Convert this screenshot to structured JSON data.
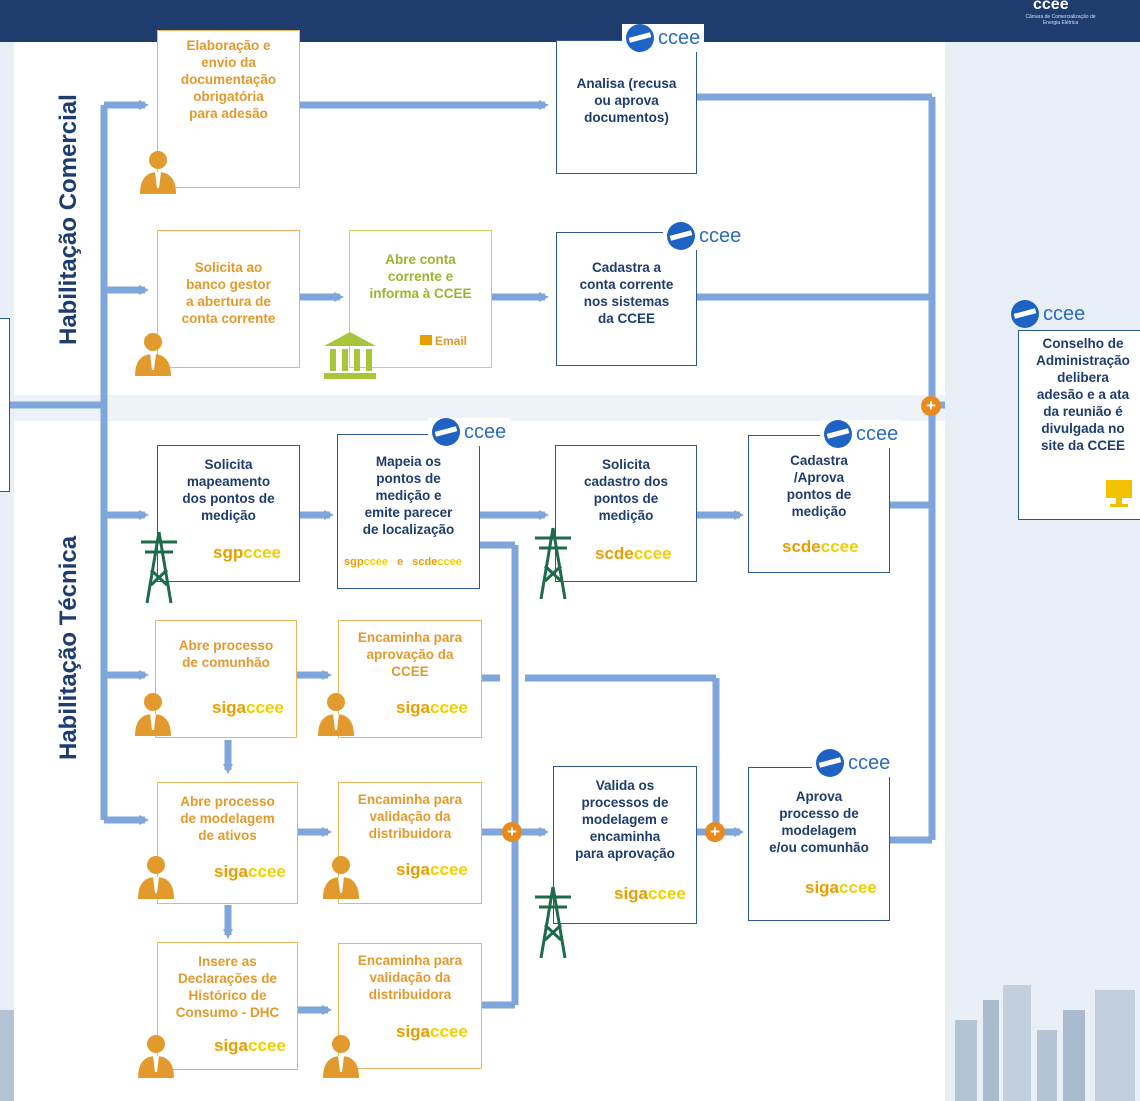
{
  "header": {
    "brand_small": "Câmara de Comercialização de Energia Elétrica"
  },
  "sections": {
    "comercial": "Habilitação Comercial",
    "tecnica": "Habilitação Técnica"
  },
  "brand": {
    "logo_text": "ccee"
  },
  "boxes": {
    "elaboracao": "Elaboração e\nenvio da\ndocumentação\nobrigatória\npara adesão",
    "analisa": "Analisa (recusa\nou aprova\ndocumentos)",
    "solicita_banco": "Solicita ao\nbanco gestor\na abertura de\nconta corrente",
    "abre_conta": "Abre conta\ncorrente e\ninforma à CCEE",
    "email": "Email",
    "cadastra_conta": "Cadastra a\nconta corrente\nnos sistemas\nda CCEE",
    "conselho": "Conselho de\nAdministração\ndelibera\nadesão e a ata\nda reunião é\ndivulgada no\nsite da CCEE",
    "solicita_mapeamento": "Solicita\nmapeamento\ndos pontos de\nmedição",
    "mapeia": "Mapeia os\npontos de\nmedição e\nemite parecer\nde localização",
    "mapeia_and": "e",
    "solicita_cadastro": "Solicita\ncadastro dos\npontos de\nmedição",
    "cadastra_aprova": "Cadastra\n/Aprova\npontos de\nmedição",
    "abre_comunhao": "Abre processo\nde comunhão",
    "encaminha_ccee": "Encaminha para\naprovação da\nCCEE",
    "abre_modelagem": "Abre processo\nde modelagem\nde ativos",
    "encaminha_distrib1": "Encaminha para\nvalidação da\ndistribuidora",
    "valida": "Valida os\nprocessos de\nmodelagem e\nencaminha\npara aprovação",
    "aprova": "Aprova\nprocesso de\nmodelagem\ne/ou comunhão",
    "insere": "Insere as\nDeclarações de\nHistórico de\nConsumo - DHC",
    "encaminha_distrib2": "Encaminha para\nvalidação da\ndistribuidora"
  },
  "systems": {
    "sgp": {
      "prefix": "sgp",
      "suffix": "ccee"
    },
    "scde": {
      "prefix": "scde",
      "suffix": "ccee"
    },
    "siga": {
      "prefix": "siga",
      "suffix": "ccee"
    }
  },
  "colors": {
    "navy": "#1f3c6e",
    "orange": "#e39a2d",
    "arrow": "#7ea6db",
    "green": "#9ab52e",
    "plus": "#e88a1e"
  }
}
